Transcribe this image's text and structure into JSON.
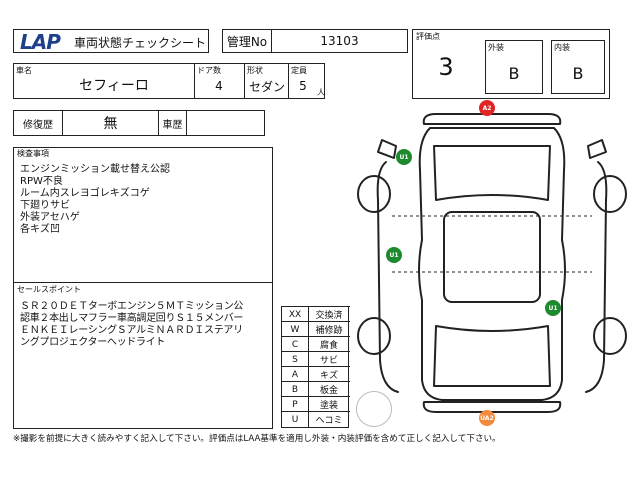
{
  "header": {
    "logo_text": "LAP",
    "sheet_title": "車両状態チェックシート",
    "mgmt_label": "管理No",
    "mgmt_value": "13103"
  },
  "vehicle": {
    "name_label": "車名",
    "name_value": "セフィーロ",
    "doors_label": "ドア数",
    "doors_value": "4",
    "body_label": "形状",
    "body_value": "セダン",
    "capacity_label": "定員",
    "capacity_value": "5",
    "capacity_unit": "人"
  },
  "history": {
    "repair_label": "修復歴",
    "repair_value": "無",
    "car_history_label": "車歴",
    "car_history_value": ""
  },
  "grades": {
    "score_label": "評価点",
    "score_value": "3",
    "exterior_label": "外装",
    "exterior_value": "B",
    "interior_label": "内装",
    "interior_value": "B"
  },
  "inspection": {
    "label": "検査事項",
    "lines": [
      "エンジンミッション載せ替え公認",
      "RPW不良",
      "ルーム内スレヨゴレキズコゲ",
      "下廻りサビ",
      "外装アセハゲ",
      "各キズ凹"
    ]
  },
  "sales": {
    "label": "セールスポイント",
    "lines": [
      "ＳＲ２０ＤＥＴターボエンジン５ＭＴミッション公",
      "認車２本出しマフラー車高調足回りＳ１５メンバー",
      "ＥＮＫＥＩレーシングＳアルミＮＡＲＤＩステアリ",
      "ングプロジェクターヘッドライト"
    ]
  },
  "legend": [
    {
      "code": "XX",
      "desc": "交換済"
    },
    {
      "code": "W",
      "desc": "補修跡"
    },
    {
      "code": "C",
      "desc": "腐食"
    },
    {
      "code": "S",
      "desc": "サビ"
    },
    {
      "code": "A",
      "desc": "キズ"
    },
    {
      "code": "B",
      "desc": "板金"
    },
    {
      "code": "P",
      "desc": "塗装"
    },
    {
      "code": "U",
      "desc": "ヘコミ"
    }
  ],
  "diagram_marks": [
    {
      "label": "A2",
      "color": "#e02525"
    },
    {
      "label": "U1",
      "color": "#1e8a2e"
    },
    {
      "label": "U1",
      "color": "#1e8a2e"
    },
    {
      "label": "U1",
      "color": "#1e8a2e"
    },
    {
      "label": "UA2",
      "color": "#f28a3c"
    }
  ],
  "footer": {
    "note": "※撮影を前提に大きく読みやすく記入して下さい。評価点はLAA基準を適用し外装・内装評価を含めて正しく記入して下さい。"
  },
  "colors": {
    "logo": "#1d3f8c",
    "line": "#222222"
  }
}
